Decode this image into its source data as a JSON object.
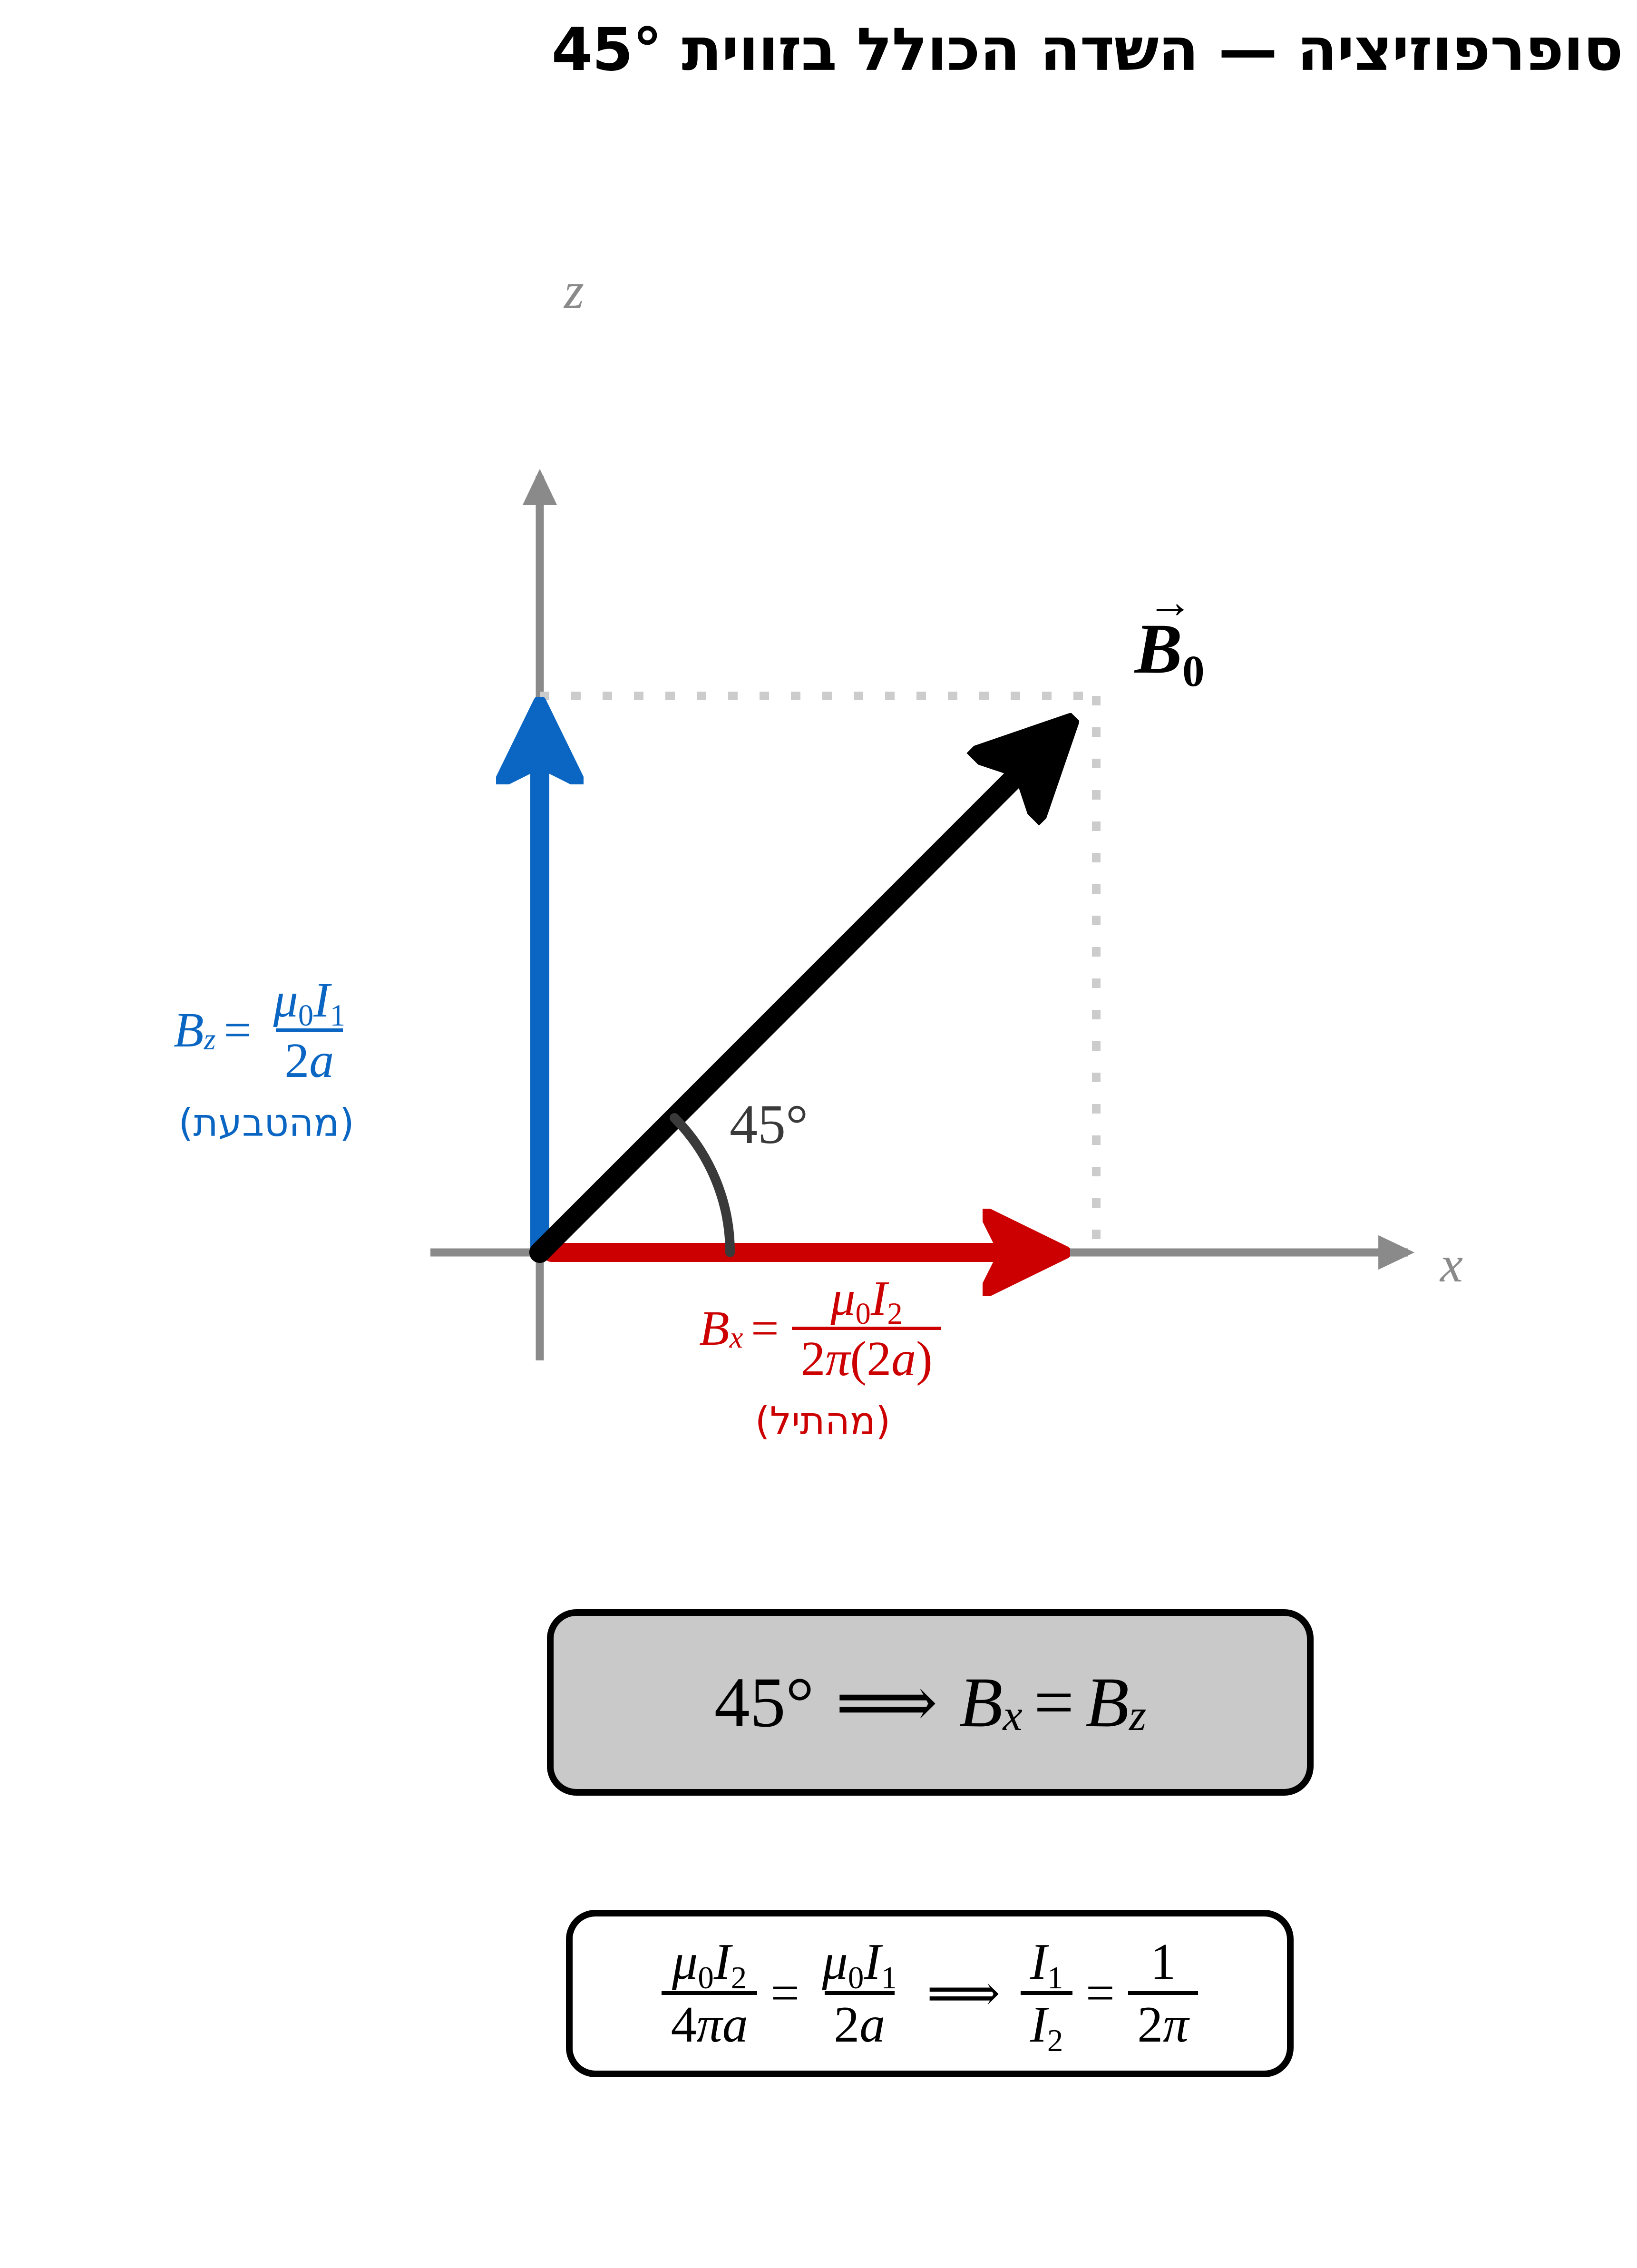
{
  "page": {
    "title": "סופרפוזיציה — השדה הכולל בזווית 45°",
    "background_color": "#ffffff"
  },
  "colors": {
    "blue": "#0a66c2",
    "red": "#cc0000",
    "black": "#000000",
    "axis_gray": "#8a8a8a",
    "dotted_gray": "#cccccc",
    "angle_gray": "#3a3a3a",
    "box_gray_fill": "#c9c9c9"
  },
  "diagram": {
    "axis_labels": {
      "z": "z",
      "x": "x"
    },
    "angle": {
      "value": "45°",
      "degrees": 45
    },
    "resultant_vector": {
      "arrow_accent": "→",
      "symbol": "B",
      "subscript": "0",
      "label_text": "B₀"
    },
    "components": [
      {
        "name": "Bz",
        "color": "#0a66c2",
        "direction": "vertical-up",
        "formula": {
          "lhs_symbol": "B",
          "lhs_subscript": "z",
          "equals": "=",
          "numerator": "μ₀I₁",
          "numerator_parts": {
            "mu": "μ",
            "mu_sub": "0",
            "current": "I",
            "current_sub": "1"
          },
          "denominator": "2a",
          "denominator_parts": {
            "factor": "2",
            "radius": "a"
          },
          "full_text": "B_z = μ₀I₁ / 2a"
        },
        "note": "(מהטבעת)"
      },
      {
        "name": "Bx",
        "color": "#cc0000",
        "direction": "horizontal-right",
        "formula": {
          "lhs_symbol": "B",
          "lhs_subscript": "x",
          "equals": "=",
          "numerator": "μ₀I₂",
          "numerator_parts": {
            "mu": "μ",
            "mu_sub": "0",
            "current": "I",
            "current_sub": "2"
          },
          "denominator": "2π(2a)",
          "denominator_parts": {
            "two": "2",
            "pi": "π",
            "open": "(",
            "two_b": "2",
            "radius": "a",
            "close": ")"
          },
          "full_text": "B_x = μ₀I₂ / 2π(2a)"
        },
        "note": "(מהתיל)"
      }
    ]
  },
  "boxes": {
    "angle_result": {
      "angle": "45°",
      "implies": "⟹",
      "lhs_symbol": "B",
      "lhs_subscript": "x",
      "equals": "=",
      "rhs_symbol": "B",
      "rhs_subscript": "z",
      "full_text": "45° ⟹ Bx = Bz",
      "fill": "#c9c9c9"
    },
    "ratio_result": {
      "left_fraction": {
        "numerator": "μ₀I₂",
        "numerator_parts": {
          "mu": "μ",
          "mu_sub": "0",
          "current": "I",
          "current_sub": "2"
        },
        "denominator": "4πa",
        "denominator_parts": {
          "four": "4",
          "pi": "π",
          "radius": "a"
        }
      },
      "equals": "=",
      "right_fraction": {
        "numerator": "μ₀I₁",
        "numerator_parts": {
          "mu": "μ",
          "mu_sub": "0",
          "current": "I",
          "current_sub": "1"
        },
        "denominator": "2a",
        "denominator_parts": {
          "two": "2",
          "radius": "a"
        }
      },
      "implies": "⟹",
      "ratio_left": {
        "numerator": "I₁",
        "numerator_parts": {
          "current": "I",
          "current_sub": "1"
        },
        "denominator": "I₂",
        "denominator_parts": {
          "current": "I",
          "current_sub": "2"
        }
      },
      "equals2": "=",
      "ratio_right": {
        "numerator": "1",
        "denominator": "2π",
        "denominator_parts": {
          "two": "2",
          "pi": "π"
        }
      },
      "full_text": "μ₀I₂/4πa = μ₀I₁/2a ⟹ I₁/I₂ = 1/2π",
      "fill": "#ffffff"
    }
  }
}
